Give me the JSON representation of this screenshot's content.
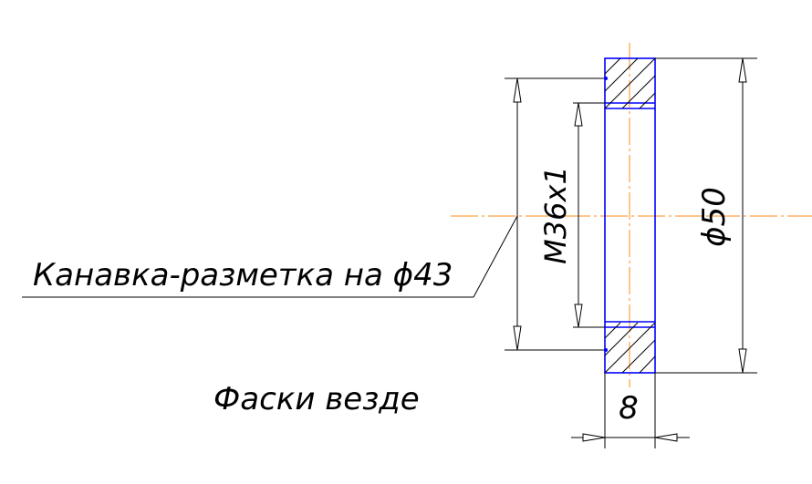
{
  "drawing": {
    "note_groove": "Канавка-разметка на ϕ43",
    "note_chamfers": "Фаски везде",
    "dim_thread": "М36х1",
    "dim_outer_diameter": "ϕ50",
    "dim_thickness": "8",
    "colors": {
      "part_outline": "#0000ff",
      "axis_lines": "#ff8c1a",
      "dimension_lines": "#000000",
      "background": "#ffffff"
    }
  }
}
